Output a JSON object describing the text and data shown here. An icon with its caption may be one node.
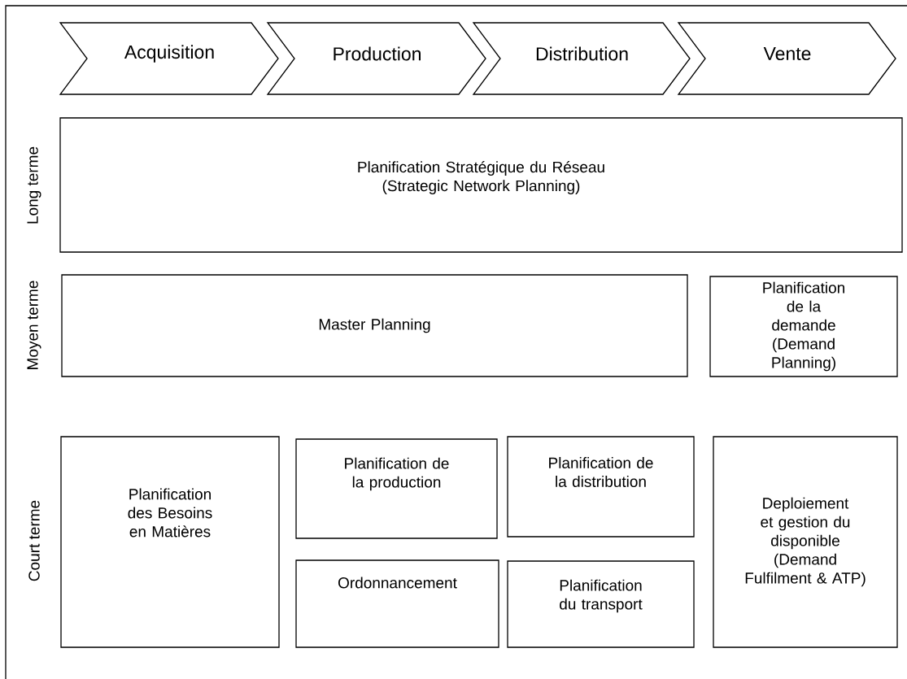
{
  "diagram": {
    "nodes": [
      {
        "text": [
          "Acquisition"
        ]
      },
      {
        "text": [
          "Production"
        ]
      },
      {
        "text": [
          "Distribution"
        ]
      },
      {
        "text": [
          "Vente"
        ]
      },
      {
        "text": [
          "Planification Stratégique du Réseau (Strategic Network Planning)"
        ]
      },
      {
        "text": [
          "Master Planning"
        ]
      },
      {
        "text": [
          "Planification de la demande (Demand Planning)"
        ]
      },
      {
        "text": [
          "Planification des Besoins en Matières"
        ]
      },
      {
        "text": [
          "Planification de la production"
        ]
      },
      {
        "text": [
          "Planification de la distribution"
        ]
      },
      {
        "text": [
          "Deploiement et gestion du disponible (Demand Fulfilment & ATP)"
        ]
      },
      {
        "text": [
          "Ordonnancement"
        ]
      },
      {
        "text": [
          "Planification du transport"
        ]
      }
    ],
    "labels": [
      "Long terme",
      "Moyen terme",
      "Court terme"
    ]
  }
}
